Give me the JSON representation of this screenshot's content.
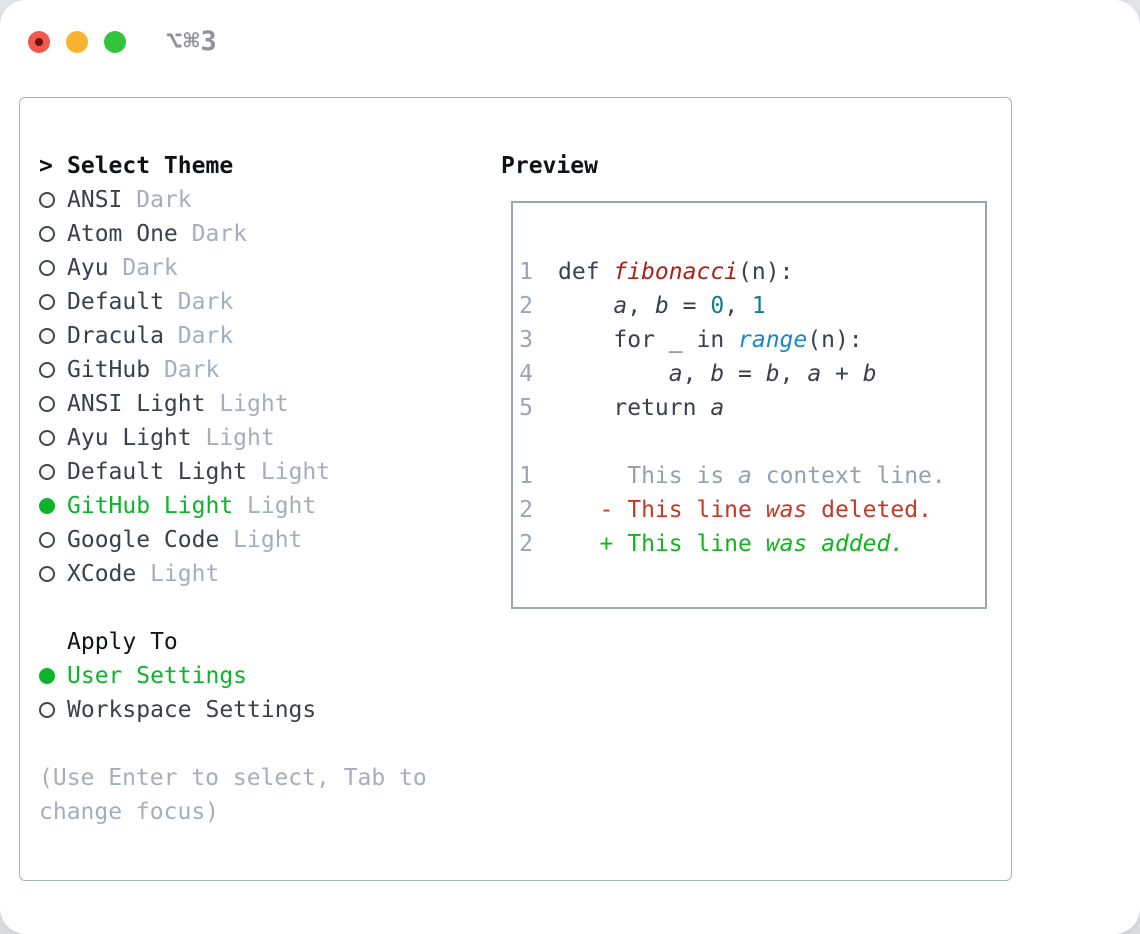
{
  "window": {
    "title": "⌥⌘3",
    "traffic_lights": [
      {
        "name": "close",
        "color": "#f4574e"
      },
      {
        "name": "minimize",
        "color": "#f7b42e"
      },
      {
        "name": "zoom",
        "color": "#32c53c"
      }
    ]
  },
  "theme_panel": {
    "cursor": ">",
    "heading": "Select Theme",
    "themes": [
      {
        "name": "ANSI",
        "variant": "Dark",
        "selected": false
      },
      {
        "name": "Atom One",
        "variant": "Dark",
        "selected": false
      },
      {
        "name": "Ayu",
        "variant": "Dark",
        "selected": false
      },
      {
        "name": "Default",
        "variant": "Dark",
        "selected": false
      },
      {
        "name": "Dracula",
        "variant": "Dark",
        "selected": false
      },
      {
        "name": "GitHub",
        "variant": "Dark",
        "selected": false
      },
      {
        "name": "ANSI Light",
        "variant": "Light",
        "selected": false
      },
      {
        "name": "Ayu Light",
        "variant": "Light",
        "selected": false
      },
      {
        "name": "Default Light",
        "variant": "Light",
        "selected": false
      },
      {
        "name": "GitHub Light",
        "variant": "Light",
        "selected": true
      },
      {
        "name": "Google Code",
        "variant": "Light",
        "selected": false
      },
      {
        "name": "XCode",
        "variant": "Light",
        "selected": false
      }
    ],
    "apply_to": {
      "heading": "Apply To",
      "options": [
        {
          "label": "User Settings",
          "selected": true
        },
        {
          "label": "Workspace Settings",
          "selected": false
        }
      ]
    },
    "hint_lines": [
      "(Use Enter to select, Tab to",
      "change focus)"
    ]
  },
  "preview": {
    "heading": "Preview",
    "lines": [
      {
        "n": "1",
        "kind": "code",
        "tokens": [
          {
            "t": "def ",
            "c": "plain"
          },
          {
            "t": "fibonacci",
            "c": "fn",
            "i": true
          },
          {
            "t": "(n):",
            "c": "plain"
          }
        ]
      },
      {
        "n": "2",
        "kind": "code",
        "tokens": [
          {
            "t": "    ",
            "c": "plain"
          },
          {
            "t": "a",
            "c": "plain",
            "i": true
          },
          {
            "t": ", ",
            "c": "plain"
          },
          {
            "t": "b",
            "c": "plain",
            "i": true
          },
          {
            "t": " = ",
            "c": "plain"
          },
          {
            "t": "0",
            "c": "num"
          },
          {
            "t": ", ",
            "c": "plain"
          },
          {
            "t": "1",
            "c": "num"
          }
        ]
      },
      {
        "n": "3",
        "kind": "code",
        "tokens": [
          {
            "t": "    for _ in ",
            "c": "plain"
          },
          {
            "t": "range",
            "c": "builtin",
            "i": true
          },
          {
            "t": "(n):",
            "c": "plain"
          }
        ]
      },
      {
        "n": "4",
        "kind": "code",
        "tokens": [
          {
            "t": "        ",
            "c": "plain"
          },
          {
            "t": "a",
            "c": "plain",
            "i": true
          },
          {
            "t": ", ",
            "c": "plain"
          },
          {
            "t": "b",
            "c": "plain",
            "i": true
          },
          {
            "t": " = ",
            "c": "plain"
          },
          {
            "t": "b",
            "c": "plain",
            "i": true
          },
          {
            "t": ", ",
            "c": "plain"
          },
          {
            "t": "a",
            "c": "plain",
            "i": true
          },
          {
            "t": " + ",
            "c": "plain"
          },
          {
            "t": "b",
            "c": "plain",
            "i": true
          }
        ]
      },
      {
        "n": "5",
        "kind": "code",
        "tokens": [
          {
            "t": "    return ",
            "c": "plain"
          },
          {
            "t": "a",
            "c": "plain",
            "i": true
          }
        ]
      },
      {
        "n": "",
        "kind": "blank",
        "tokens": []
      },
      {
        "n": "1",
        "kind": "diff-context",
        "tokens": [
          {
            "t": "     This is ",
            "c": "context"
          },
          {
            "t": "a",
            "c": "context",
            "i": true
          },
          {
            "t": " context line.",
            "c": "context"
          }
        ]
      },
      {
        "n": "2",
        "kind": "diff-deleted",
        "tokens": [
          {
            "t": "   - This line ",
            "c": "deleted"
          },
          {
            "t": "was",
            "c": "deleted",
            "i": true
          },
          {
            "t": " deleted.",
            "c": "deleted"
          }
        ]
      },
      {
        "n": "2",
        "kind": "diff-added",
        "tokens": [
          {
            "t": "   + This line ",
            "c": "added"
          },
          {
            "t": "was added.",
            "c": "added",
            "i": true
          }
        ]
      }
    ]
  },
  "colors": {
    "selection_green": "#0db32a",
    "added_green": "#12b41e",
    "deleted_red": "#c2392a",
    "function_red": "#ab2118",
    "builtin_blue": "#1d87c6",
    "number_teal": "#0e7f82",
    "muted_gray": "#a5aebb",
    "text_dark": "#3a414b",
    "panel_border": "#a9b1bb"
  }
}
